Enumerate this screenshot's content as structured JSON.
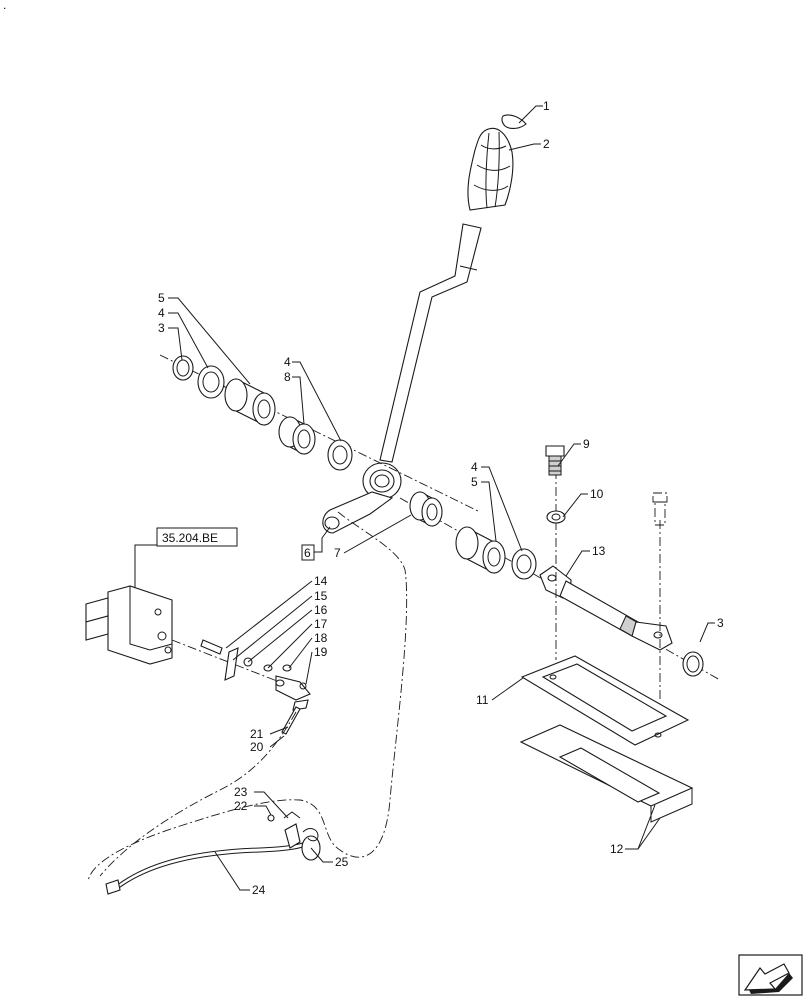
{
  "callouts": [
    {
      "id": "c1",
      "text": "1"
    },
    {
      "id": "c2",
      "text": "2"
    },
    {
      "id": "c5a",
      "text": "5"
    },
    {
      "id": "c4a",
      "text": "4"
    },
    {
      "id": "c3a",
      "text": "3"
    },
    {
      "id": "c4b",
      "text": "4"
    },
    {
      "id": "c8",
      "text": "8"
    },
    {
      "id": "c9",
      "text": "9"
    },
    {
      "id": "c4c",
      "text": "4"
    },
    {
      "id": "c5b",
      "text": "5"
    },
    {
      "id": "c10",
      "text": "10"
    },
    {
      "id": "c6",
      "text": "6"
    },
    {
      "id": "c7",
      "text": "7"
    },
    {
      "id": "c13",
      "text": "13"
    },
    {
      "id": "c14",
      "text": "14"
    },
    {
      "id": "c15",
      "text": "15"
    },
    {
      "id": "c16",
      "text": "16"
    },
    {
      "id": "c17",
      "text": "17"
    },
    {
      "id": "c18",
      "text": "18"
    },
    {
      "id": "c19",
      "text": "19"
    },
    {
      "id": "c3b",
      "text": "3"
    },
    {
      "id": "c11",
      "text": "11"
    },
    {
      "id": "c21",
      "text": "21"
    },
    {
      "id": "c20",
      "text": "20"
    },
    {
      "id": "c23",
      "text": "23"
    },
    {
      "id": "c22",
      "text": "22"
    },
    {
      "id": "c25",
      "text": "25"
    },
    {
      "id": "c24",
      "text": "24"
    },
    {
      "id": "c12",
      "text": "12"
    }
  ],
  "reference_box": "35.204.BE",
  "nav_icon": "next-page-arrow-icon"
}
